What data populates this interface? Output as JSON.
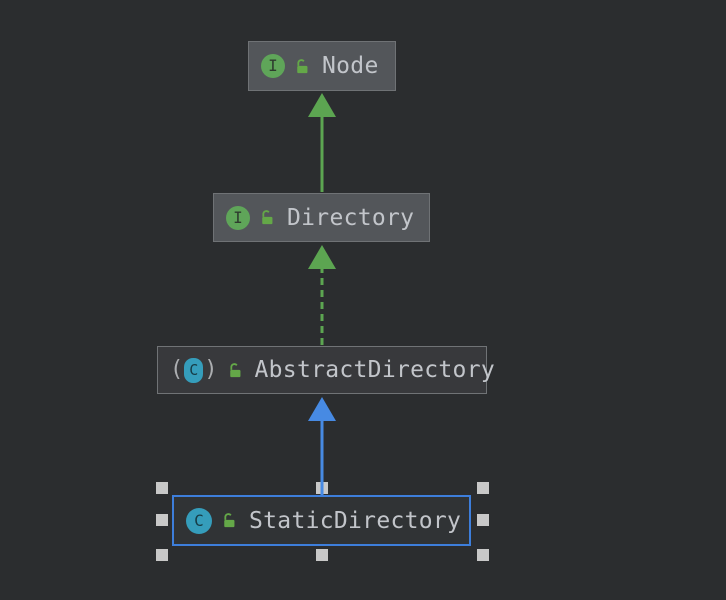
{
  "diagram": {
    "type": "uml-class-diagram",
    "background_color": "#2B2D2F",
    "text_color": "#C2C5CA",
    "nodes": [
      {
        "label": "Node",
        "kind": "interface",
        "visibility": "public-unlocked",
        "fill": "#53565A",
        "border": "#6F7275",
        "selected": false
      },
      {
        "label": "Directory",
        "kind": "interface",
        "visibility": "public-unlocked",
        "fill": "#53565A",
        "border": "#6F7275",
        "selected": false
      },
      {
        "label": "AbstractDirectory",
        "kind": "abstract-class",
        "visibility": "public-unlocked",
        "fill": "#38393C",
        "border": "#707376",
        "selected": false
      },
      {
        "label": "StaticDirectory",
        "kind": "class",
        "visibility": "public-unlocked",
        "fill": "#303335",
        "border": "#3D7EDB",
        "selected": true
      }
    ],
    "edges": [
      {
        "from": "Directory",
        "to": "Node",
        "relation": "extends",
        "line": "solid",
        "color": "#5CA551"
      },
      {
        "from": "AbstractDirectory",
        "to": "Directory",
        "relation": "implements",
        "line": "dashed",
        "color": "#5CA551"
      },
      {
        "from": "StaticDirectory",
        "to": "AbstractDirectory",
        "relation": "extends",
        "line": "solid",
        "color": "#478AE3"
      }
    ],
    "selection": {
      "selected_node": "StaticDirectory",
      "handle_color": "#C8C8C8",
      "border_color": "#3D7EDB",
      "handle_count": 8
    }
  },
  "icons": {
    "interface_letter": "I",
    "class_letter": "C",
    "abstract_paren_open": "(",
    "abstract_paren_close": ")",
    "interface_icon_color": "#5FA559",
    "class_icon_color": "#359DBB",
    "unlocked_icon_color": "#64A848"
  }
}
